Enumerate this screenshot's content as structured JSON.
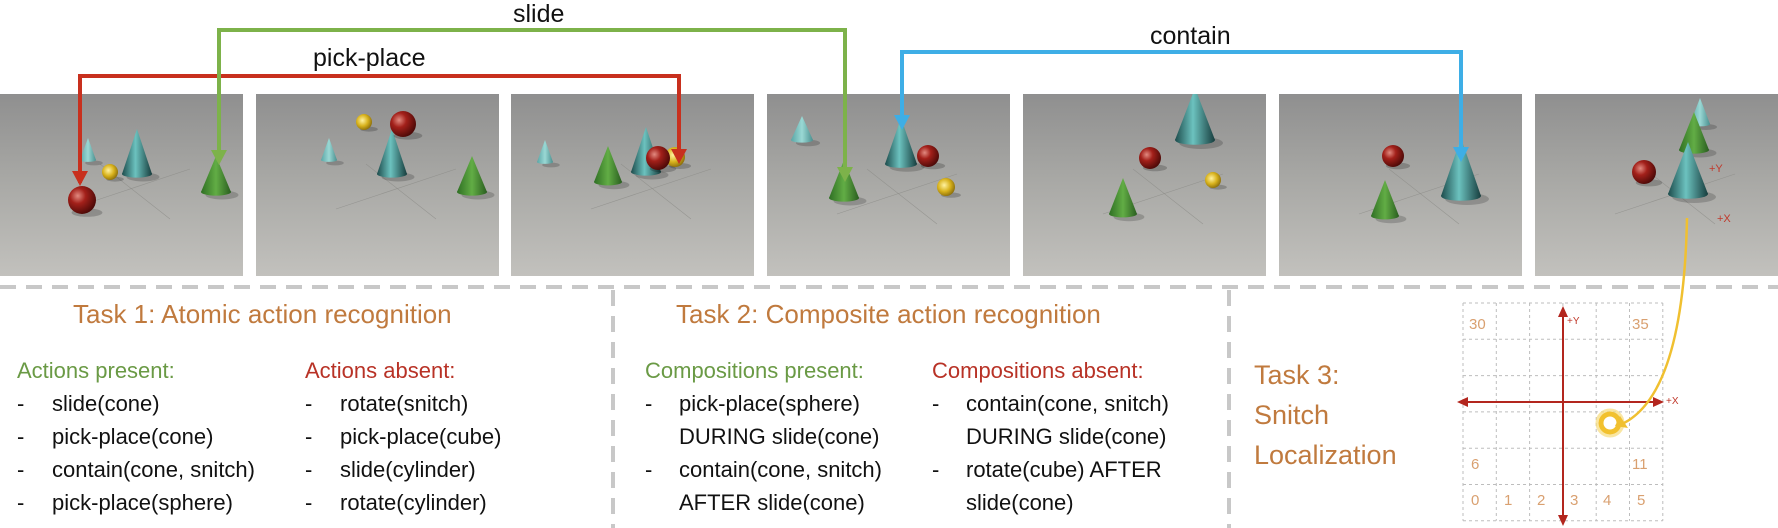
{
  "arrows": {
    "pick_place": {
      "label": "pick-place",
      "color": "#c8301e"
    },
    "slide": {
      "label": "slide",
      "color": "#7db24a"
    },
    "contain": {
      "label": "contain",
      "color": "#3eaee6"
    },
    "localization": {
      "color": "#f0c030"
    }
  },
  "frames": [
    {
      "id": 1
    },
    {
      "id": 2
    },
    {
      "id": 3
    },
    {
      "id": 4
    },
    {
      "id": 5
    },
    {
      "id": 6
    },
    {
      "id": 7
    }
  ],
  "frame7_axes": {
    "y_label": "+Y",
    "x_label": "+X"
  },
  "task1": {
    "title": "Task 1: Atomic action recognition",
    "present_heading": "Actions present:",
    "present": [
      "slide(cone)",
      "pick-place(cone)",
      "contain(cone, snitch)",
      "pick-place(sphere)"
    ],
    "absent_heading": "Actions absent:",
    "absent": [
      "rotate(snitch)",
      "pick-place(cube)",
      "slide(cylinder)",
      "rotate(cylinder)"
    ]
  },
  "task2": {
    "title": "Task 2: Composite action recognition",
    "present_heading": "Compositions present:",
    "present_lines": [
      "pick-place(sphere)",
      "DURING slide(cone)",
      "contain(cone, snitch)",
      "AFTER slide(cone)"
    ],
    "absent_heading": "Compositions absent:",
    "absent_lines": [
      "contain(cone, snitch)",
      "DURING slide(cone)",
      "rotate(cube) AFTER",
      "slide(cone)"
    ]
  },
  "task3": {
    "title_lines": [
      "Task 3:",
      "Snitch",
      "Localization"
    ],
    "grid": {
      "cell_labels": [
        "30",
        "35",
        "6",
        "11",
        "0",
        "1",
        "2",
        "3",
        "4",
        "5"
      ],
      "axis_y_label": "+Y",
      "axis_x_label": "+X"
    }
  },
  "bullet": "-"
}
